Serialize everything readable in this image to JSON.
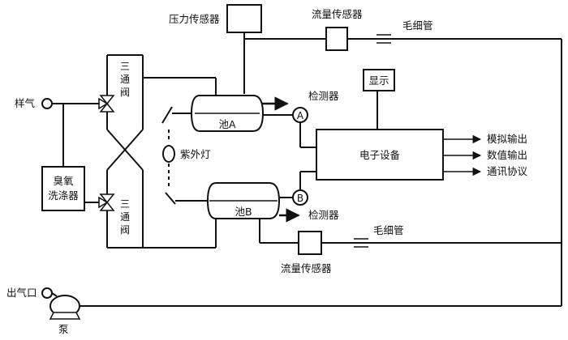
{
  "labels": {
    "pressure_sensor": "压力传感器",
    "flow_sensor_top": "流量传感器",
    "capillary_top": "毛细管",
    "sample_gas": "样气",
    "three_way_valve_top": "三通阀",
    "three_way_valve_bottom": "三通阀",
    "ozone_scrubber": "臭氧洗涤器",
    "cell_a": "池A",
    "cell_b": "池B",
    "detector_a": "检测器",
    "detector_b": "检测器",
    "marker_a": "A",
    "marker_b": "B",
    "uv_lamp": "紫外灯",
    "display": "显示",
    "electronics": "电子设备",
    "output_analog": "模拟输出",
    "output_digital": "数值输出",
    "output_comm": "通讯协议",
    "flow_sensor_bottom": "流量传感器",
    "capillary_bottom": "毛细管",
    "exhaust": "出气口",
    "pump": "泵"
  },
  "colors": {
    "line": "#111111",
    "background": "#ffffff"
  }
}
